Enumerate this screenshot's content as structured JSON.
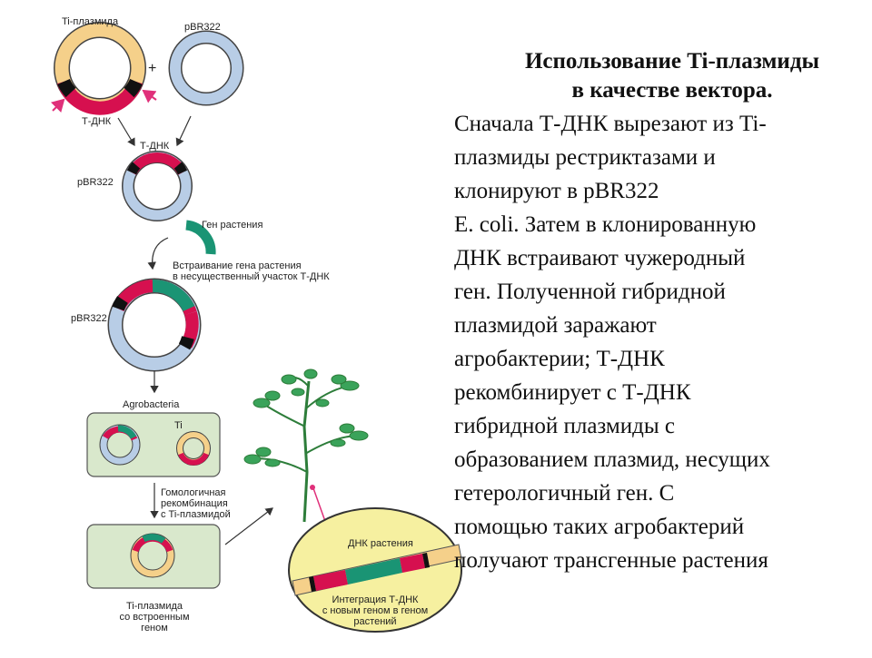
{
  "diagram": {
    "labels": {
      "ti_plasmid": "Ti-плазмида",
      "pbr322_top": "pBR322",
      "plus": "+",
      "t_dna_left": "Т-ДНК",
      "t_dna_mid": "Т-ДНК",
      "pbr322_2": "pBR322",
      "plant_gene": "Ген растения",
      "insertion_1": "Встраивание гена растения",
      "insertion_2": "в несущественный участок Т-ДНК",
      "pbr322_3": "pBR322",
      "agrobacteria": "Agrobacteria",
      "ti": "Ti",
      "homolog_1": "Гомологичная",
      "homolog_2": "рекомбинация",
      "homolog_3": "с Ti-плазмидой",
      "result_1": "Ti-плазмида",
      "result_2": "со встроенным",
      "result_3": "геном",
      "plant_dna": "ДНК растения",
      "integration_1": "Интеграция Т-ДНК",
      "integration_2": "с новым геном в геном",
      "integration_3": "растений"
    },
    "colors": {
      "ti_ring": "#f5d08a",
      "pbr_ring": "#b8cde6",
      "t_dna": "#d6104f",
      "gene": "#1a9474",
      "cell": "#d9e8cc",
      "ellipse": "#f6f0a0",
      "arrow_pink": "#e0307a",
      "plant": "#3aa35a"
    }
  },
  "text": {
    "title_line1": "Использование Ti-плазмиды",
    "title_line2": "в качестве вектора.",
    "lines": [
      "Сначала Т-ДНК вырезают из Ti-",
      "плазмиды рестриктазами и",
      "клонируют в pBR322",
      "E. coli. Затем в клонированную",
      "ДНК встраивают чужеродный",
      "ген. Полученной гибридной",
      "плазмидой заражают",
      "агробактерии; Т-ДНК",
      "рекомбинирует с Т-ДНК",
      "гибридной плазмиды с",
      "образованием плазмид, несущих",
      "гетерологичный ген. С",
      "помощью таких агробактерий",
      "получают трансгенные растения"
    ]
  }
}
